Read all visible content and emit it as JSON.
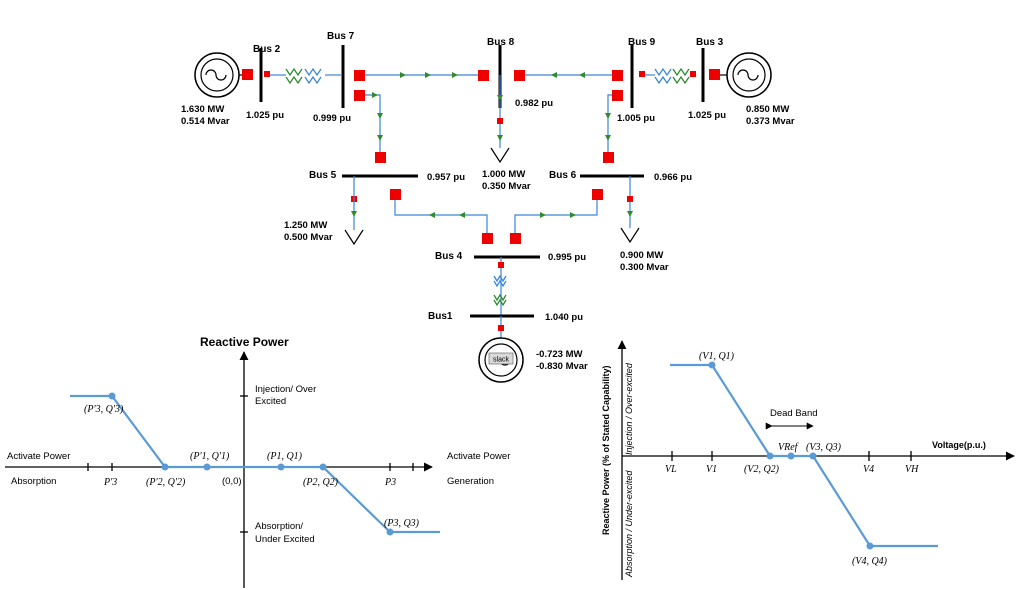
{
  "power_system": {
    "buses": {
      "bus1": {
        "name": "Bus1",
        "voltage": "1.040 pu"
      },
      "bus2": {
        "name": "Bus 2",
        "voltage": "1.025 pu"
      },
      "bus3": {
        "name": "Bus 3",
        "voltage": "1.025 pu"
      },
      "bus4": {
        "name": "Bus 4",
        "voltage": "0.995 pu"
      },
      "bus5": {
        "name": "Bus 5",
        "voltage": "0.957 pu"
      },
      "bus6": {
        "name": "Bus 6",
        "voltage": "0.966 pu"
      },
      "bus7": {
        "name": "Bus 7",
        "voltage": "0.999 pu"
      },
      "bus8": {
        "name": "Bus 8",
        "voltage": "0.982 pu"
      },
      "bus9": {
        "name": "Bus 9",
        "voltage": "1.005 pu"
      }
    },
    "generators": {
      "gen2": {
        "mw": "1.630 MW",
        "mvar": "0.514 Mvar"
      },
      "gen3": {
        "mw": "0.850 MW",
        "mvar": "0.373 Mvar"
      },
      "gen1": {
        "mw": "-0.723 MW",
        "mvar": "-0.830 Mvar",
        "tag": "slack"
      }
    },
    "loads": {
      "load5": {
        "mw": "1.250 MW",
        "mvar": "0.500 Mvar"
      },
      "load6": {
        "mw": "0.900 MW",
        "mvar": "0.300 Mvar"
      },
      "load8": {
        "mw": "1.000 MW",
        "mvar": "0.350 Mvar"
      }
    }
  },
  "pq_chart": {
    "title": "Reactive Power",
    "injection": [
      "Injection/ Over",
      "Excited"
    ],
    "absorption": [
      "Absorption/",
      "Under Excited"
    ],
    "left_axis": [
      "Activate Power",
      "Absorption"
    ],
    "right_axis": [
      "Activate Power",
      "Generation"
    ],
    "origin": "(0,0)",
    "tick_p3p": "P′3",
    "tick_p3": "P3",
    "points": {
      "p3q3p": "(P′3, Q′3)",
      "p2q2p": "(P′2, Q′2)",
      "p1q1p": "(P′1, Q′1)",
      "p1q1": "(P1, Q1)",
      "p2q2": "(P2, Q2)",
      "p3q3": "(P3, Q3)"
    },
    "line_color": "#5b9bd5"
  },
  "vq_chart": {
    "y_label": "Reactive Power (% of Stated Capability)",
    "y_upper": "Injection / Over-excited",
    "y_lower": "Absorption / Under-excited",
    "x_label": "Voltage(p.u.)",
    "dead_band": "Dead Band",
    "ticks": {
      "vl": "VL",
      "v1": "V1",
      "v4": "V4",
      "vh": "VH"
    },
    "points": {
      "v1q1": "(V1, Q1)",
      "v2q2": "(V2, Q2)",
      "vref": "VRef",
      "v3q3": "(V3, Q3)",
      "v4q4": "(V4, Q4)"
    },
    "line_color": "#5b9bd5"
  }
}
